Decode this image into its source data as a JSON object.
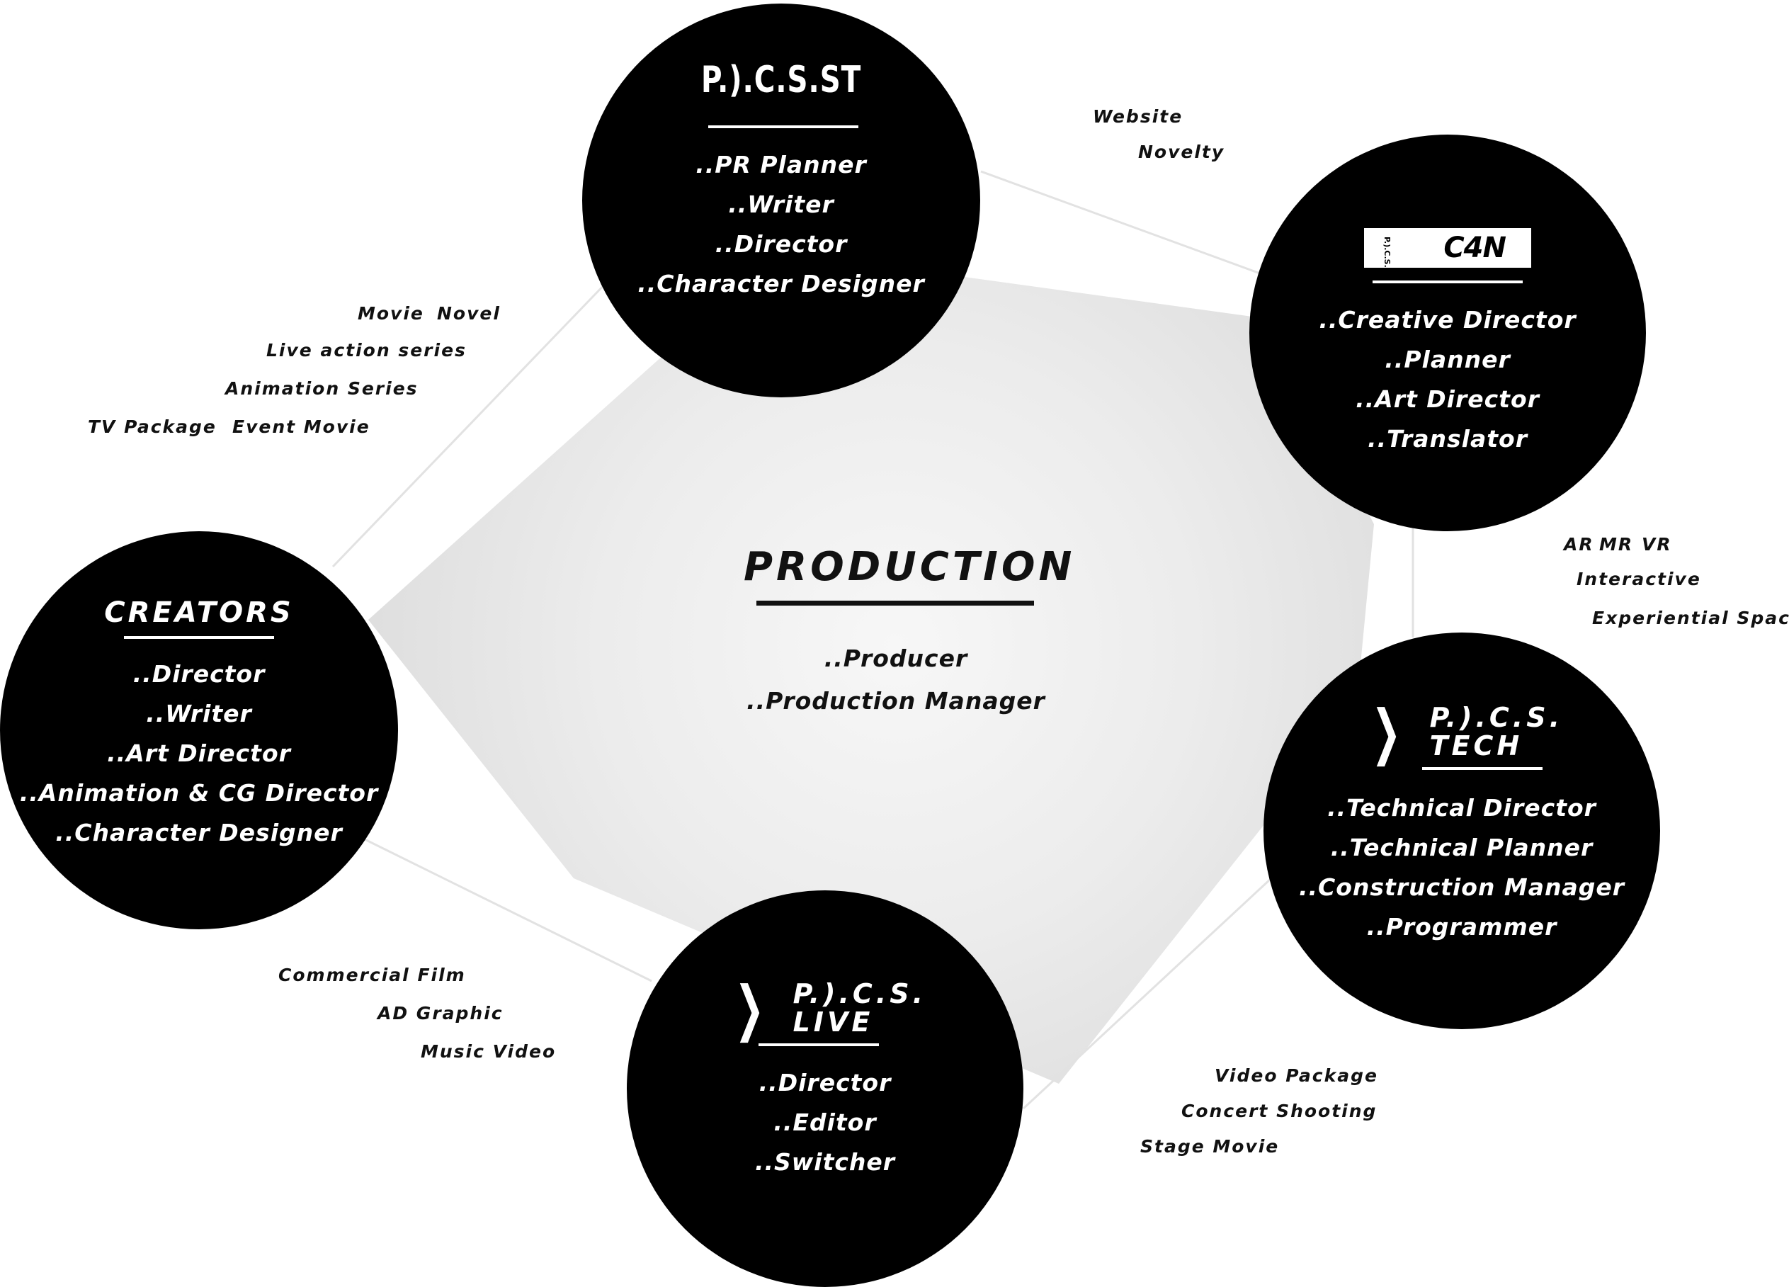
{
  "center": {
    "title": "PRODUCTION",
    "roles": [
      "..Producer",
      "..Production Manager"
    ]
  },
  "nodes": {
    "pics_st": {
      "logo": "P.).C.S.ST",
      "roles": [
        "..PR Planner",
        "..Writer",
        "..Director",
        "..Character Designer"
      ]
    },
    "pics_c4n": {
      "logo_small": "P.).C.S.",
      "logo_main": "C4N",
      "roles": [
        "..Creative Director",
        "..Planner",
        "..Art Director",
        "..Translator"
      ]
    },
    "creators": {
      "logo": "CREATORS",
      "roles": [
        "..Director",
        "..Writer",
        "..Art Director",
        "..Animation & CG Director",
        "..Character Designer"
      ]
    },
    "pics_tech": {
      "logo_line1": "P.).C.S.",
      "logo_line2": "TECH",
      "roles": [
        "..Technical Director",
        "..Technical Planner",
        "..Construction Manager",
        "..Programmer"
      ]
    },
    "pics_live": {
      "logo_line1": "P.).C.S.",
      "logo_line2": "LIVE",
      "roles": [
        "..Director",
        "..Editor",
        "..Switcher"
      ]
    }
  },
  "labels": {
    "st_c4n": [
      "Website",
      "Novelty"
    ],
    "creators_st": [
      "Movie",
      "Novel",
      "Live action series",
      "Animation Series",
      "TV Package",
      "Event Movie"
    ],
    "c4n_tech": [
      "AR",
      "MR",
      "VR",
      "Interactive",
      "Experiential Space"
    ],
    "creators_live": [
      "Commercial Film",
      "AD Graphic",
      "Music Video"
    ],
    "live_tech": [
      "Video Package",
      "Concert Shooting",
      "Stage Movie"
    ]
  }
}
